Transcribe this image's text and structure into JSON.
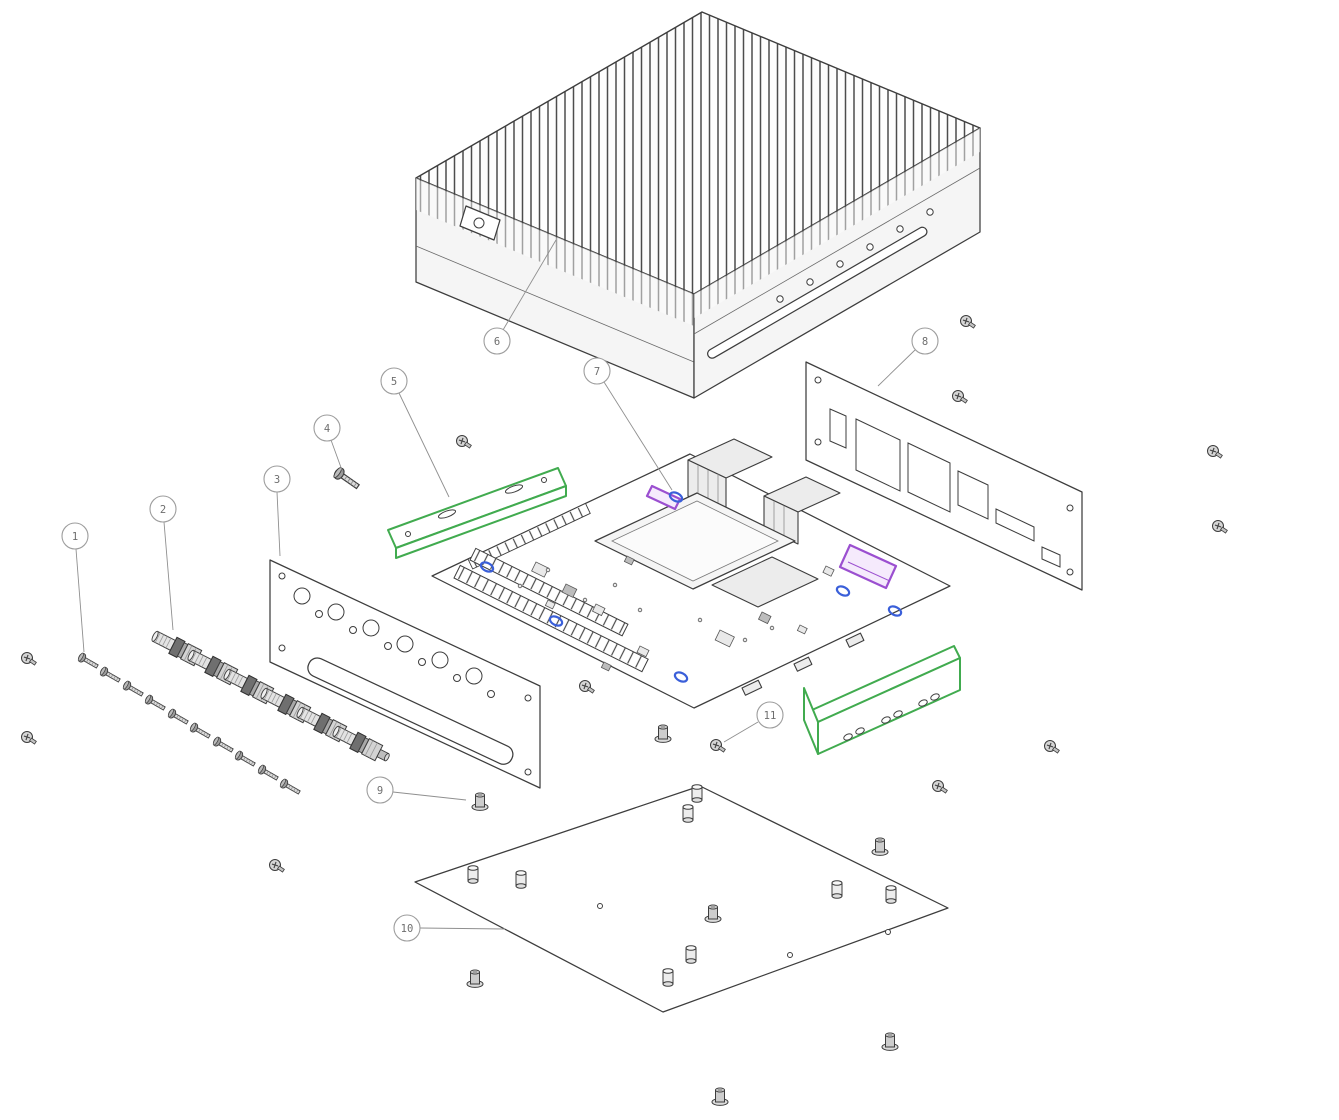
{
  "figure": {
    "kind": "exploded-assembly-diagram",
    "background": "#ffffff",
    "colors": {
      "outline": "#3d3d3d",
      "highlight_green": "#41ab4f",
      "highlight_purple": "#9b4fd0",
      "highlight_blue": "#3a5fd9",
      "callout": "#8f8f8f"
    }
  },
  "callouts": [
    {
      "label": "1",
      "part": "panel-screws-row"
    },
    {
      "label": "2",
      "part": "sma-antenna-connectors"
    },
    {
      "label": "3",
      "part": "front-antenna-panel"
    },
    {
      "label": "4",
      "part": "bracket-screw"
    },
    {
      "label": "5",
      "part": "left-side-bracket"
    },
    {
      "label": "6",
      "part": "finned-heatsink-chassis"
    },
    {
      "label": "7",
      "part": "mainboard"
    },
    {
      "label": "8",
      "part": "rear-io-plate"
    },
    {
      "label": "9",
      "part": "base-screw"
    },
    {
      "label": "10",
      "part": "bottom-plate"
    },
    {
      "label": "11",
      "part": "right-side-bracket"
    }
  ]
}
